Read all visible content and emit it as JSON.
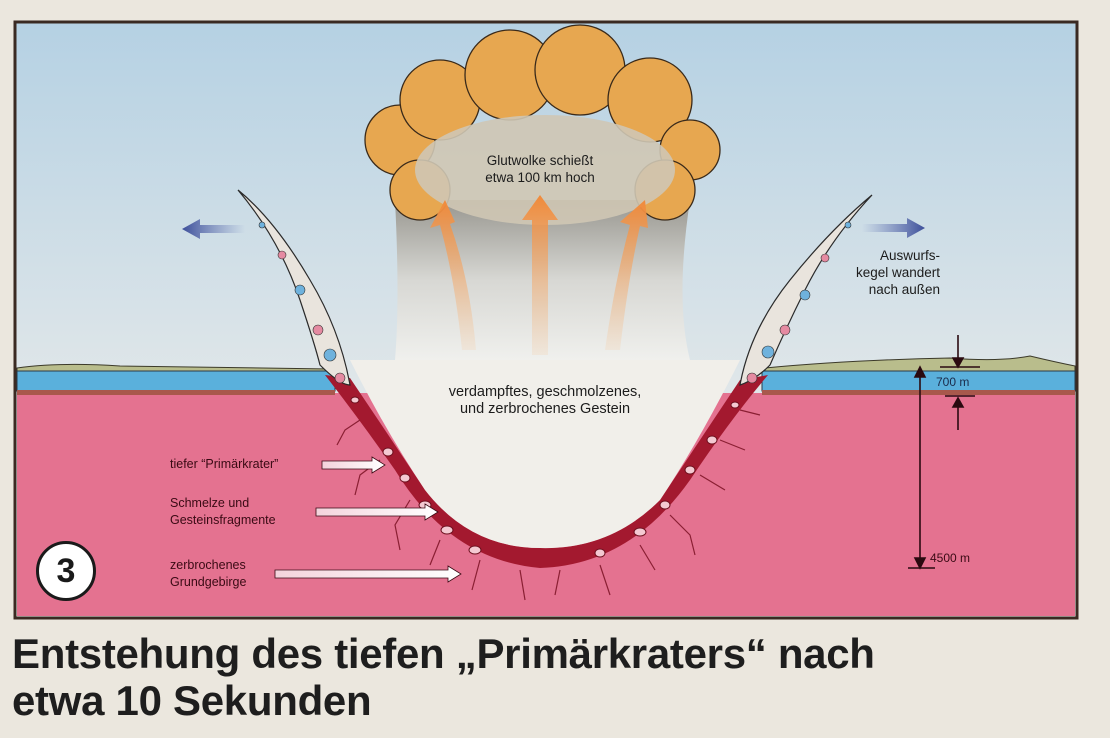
{
  "step_number": "3",
  "title_line1": "Entstehung des tiefen „Primärkraters“ nach",
  "title_line2": "etwa 10 Sekunden",
  "labels": {
    "cloud": [
      "Glutwolke schießt",
      "etwa 100 km hoch"
    ],
    "vapor": [
      "verdampftes, geschmolzenes,",
      "und zerbrochenes Gestein"
    ],
    "ejecta": [
      "Auswurfs-",
      "kegel wandert",
      "nach außen"
    ],
    "primary_crater": "tiefer “Primärkrater”",
    "melt": [
      "Schmelze und",
      "Gesteinsfragmente"
    ],
    "basement": [
      "zerbrochenes",
      "Grundgebirge"
    ],
    "depth_sediment": "700 m",
    "depth_crater": "4500 m"
  },
  "colors": {
    "sky": "#b9d3e3",
    "water": "#5ab0dc",
    "basement": "#e47290",
    "melt": "#a3192f",
    "cloud": "#e9a24a",
    "frame": "#3a2a22"
  }
}
